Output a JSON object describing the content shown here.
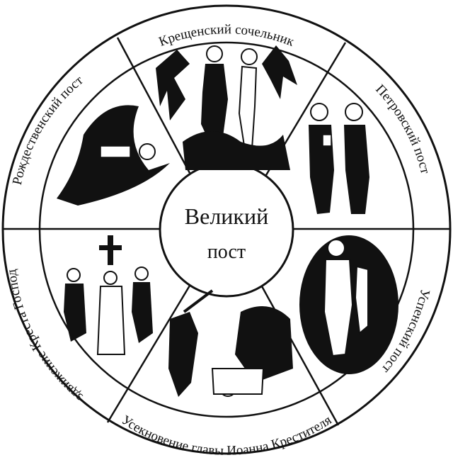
{
  "diagram": {
    "center": {
      "line1": "Великий",
      "line2": "пост"
    },
    "sectors": [
      {
        "id": "kreshchensky",
        "label": "Крещенский сочельник",
        "icon": "baptism-icon"
      },
      {
        "id": "petrovsky",
        "label": "Петровский пост",
        "icon": "apostles-icon"
      },
      {
        "id": "uspensky",
        "label": "Успенский пост",
        "icon": "dormition-icon"
      },
      {
        "id": "usekn",
        "label": "Усекновение главы Иоанна Крестителя",
        "icon": "beheading-icon"
      },
      {
        "id": "vozdvizh",
        "label": "Воздвижение Креста Господня",
        "icon": "exaltation-cross-icon"
      },
      {
        "id": "rozhdest",
        "label": "Рождественский пост",
        "icon": "nativity-icon"
      }
    ],
    "colors": {
      "ink": "#111111",
      "paper": "#ffffff"
    }
  }
}
